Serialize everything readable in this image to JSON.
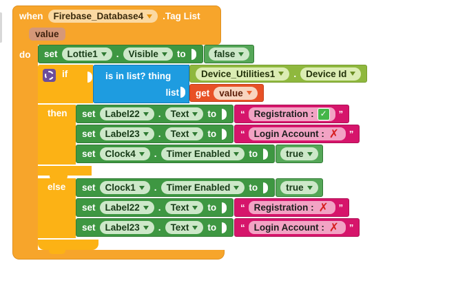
{
  "colors": {
    "event_orange": "#F7A52B",
    "control_gold": "#FCB215",
    "setter_green": "#3E9742",
    "logic_green": "#55A758",
    "component_lime": "#8FB83E",
    "variable_red": "#E85126",
    "list_blue": "#1E9CE0",
    "text_pink": "#D6156B",
    "mutator_purple": "#6C4E9B",
    "status_check_green": "#45B649",
    "status_cross_red": "#D61F1F"
  },
  "icons": {
    "dropdown": "▼",
    "gear": "gear",
    "check": "✓",
    "cross": "✗"
  },
  "when_block": {
    "keyword": "when",
    "component": "Firebase_Database4",
    "event": ".Tag List",
    "param": "value",
    "do_label": "do"
  },
  "lottie_row": {
    "set": "set",
    "component": "Lottie1",
    "dot": ".",
    "property": "Visible",
    "to": "to",
    "value": "false"
  },
  "if_block": {
    "if_label": "if",
    "condition": {
      "thing_label": "is in list? thing",
      "list_label": "list",
      "thing_block": {
        "component": "Device_Utilities1",
        "dot": ".",
        "property": "Device Id"
      },
      "list_block": {
        "keyword": "get",
        "variable": "value"
      }
    },
    "then_label": "then",
    "then_rows": [
      {
        "set": "set",
        "component": "Label22",
        "dot": ".",
        "property": "Text",
        "to": "to",
        "quote_open": "“",
        "text": "Registration :",
        "status_icon": "check-icon",
        "quote_close": "”"
      },
      {
        "set": "set",
        "component": "Label23",
        "dot": ".",
        "property": "Text",
        "to": "to",
        "quote_open": "“",
        "text": "Login Account :",
        "status_icon": "cross-icon",
        "quote_close": "”"
      },
      {
        "set": "set",
        "component": "Clock4",
        "dot": ".",
        "property": "Timer Enabled",
        "to": "to",
        "value": "true"
      }
    ],
    "else_label": "else",
    "else_rows": [
      {
        "set": "set",
        "component": "Clock1",
        "dot": ".",
        "property": "Timer Enabled",
        "to": "to",
        "value": "true"
      },
      {
        "set": "set",
        "component": "Label22",
        "dot": ".",
        "property": "Text",
        "to": "to",
        "quote_open": "“",
        "text": "Registration :",
        "status_icon": "cross-icon",
        "quote_close": "”"
      },
      {
        "set": "set",
        "component": "Label23",
        "dot": ".",
        "property": "Text",
        "to": "to",
        "quote_open": "“",
        "text": "Login Account :",
        "status_icon": "cross-icon",
        "quote_close": "”"
      }
    ]
  }
}
